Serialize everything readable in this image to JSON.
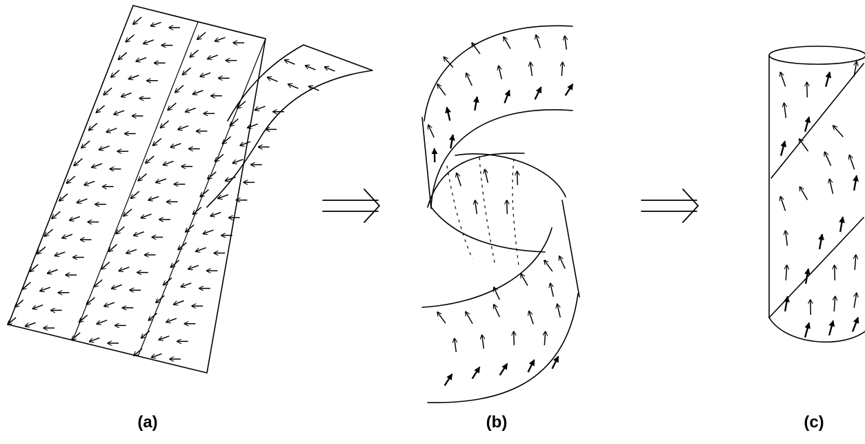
{
  "panels": [
    {
      "id": "a",
      "label": "(a)"
    },
    {
      "id": "b",
      "label": "(b)"
    },
    {
      "id": "c",
      "label": "(c)"
    }
  ],
  "implies_symbol": "⟹",
  "colors": {
    "ink": "#000000",
    "background": "#ffffff"
  }
}
